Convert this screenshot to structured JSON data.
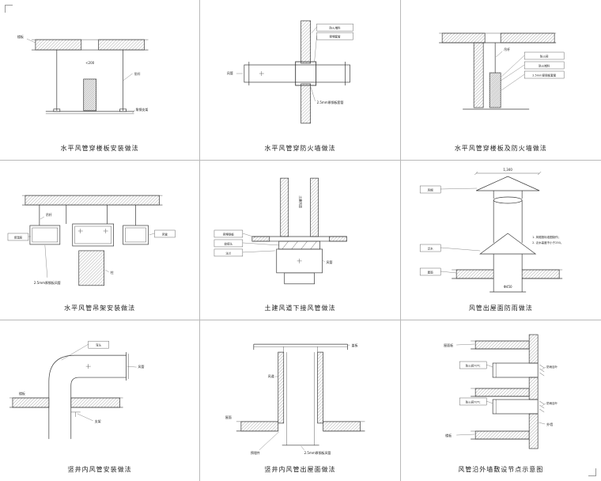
{
  "sheet": {
    "background": "#ffffff",
    "line_color": "#3a3a3a",
    "grid_color": "#b9b9b9"
  },
  "cells": [
    {
      "caption": "水平风管穿楼板安装做法",
      "labels": [
        "<200",
        "吊杆",
        "角钢支架",
        "楼板"
      ]
    },
    {
      "caption": "水平风管穿防火墙做法",
      "labels": [
        "风管",
        "防火堵料",
        "预埋套管",
        "2.5mm厚钢板套管"
      ]
    },
    {
      "caption": "水平风管穿楼板及防火墙做法",
      "labels": [
        "吊杆",
        "防火阀",
        "防火堵料",
        "2.5mm厚钢板套管"
      ]
    },
    {
      "caption": "水平风管吊架安装做法",
      "labels": [
        "吊杆",
        "风管",
        "保温层",
        "柱",
        "2.5mm厚钢板风管"
      ]
    },
    {
      "caption": "土建风道下接风管做法",
      "labels": [
        "土建风道",
        "预埋钢板",
        "软接头",
        "法兰",
        "风管"
      ]
    },
    {
      "caption": "风管出屋面防雨做法",
      "labels": [
        "1,340",
        "风帽",
        "泛水",
        "屋面",
        "Φ450",
        "1. 风帽按标准图制作；",
        "2. 泛水高度不小于250。"
      ]
    },
    {
      "caption": "竖井内风管安装做法",
      "labels": [
        "弯头",
        "风管",
        "楼板",
        "支架"
      ]
    },
    {
      "caption": "竖井内风管出屋面做法",
      "labels": [
        "盖板",
        "风道",
        "屋面",
        "预埋件",
        "2.5mm厚钢板风管"
      ]
    },
    {
      "caption": "风管沿外墙敷设节点示意图",
      "labels": [
        "屋面板",
        "防火阀70℃",
        "防火阀70℃",
        "防雨百叶",
        "防雨百叶",
        "外墙",
        "楼板"
      ]
    }
  ]
}
